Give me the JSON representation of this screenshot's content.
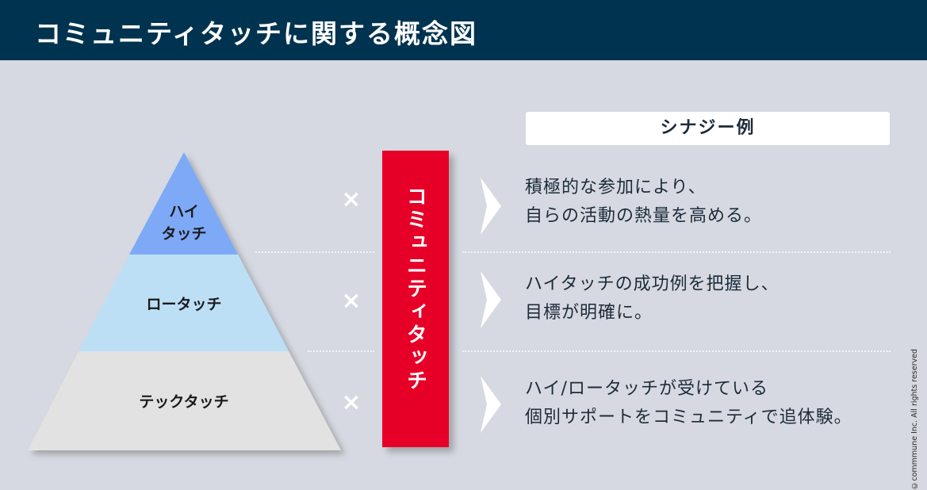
{
  "title": "コミュニティタッチに関する概念図",
  "colors": {
    "header_bg": "#00334f",
    "page_bg": "#d6d9e1",
    "high_touch": "#7da9f6",
    "low_touch": "#bcdff6",
    "tech_touch": "#e2e2e2",
    "community_red": "#e60028"
  },
  "pyramid": {
    "tiers": [
      {
        "name": "ハイ\nタッチ",
        "line1": "ハイ",
        "line2": "タッチ"
      },
      {
        "name": "ロータッチ"
      },
      {
        "name": "テックタッチ"
      }
    ]
  },
  "multiply_symbol": "×",
  "community_label": "コミュニティタッチ",
  "synergy": {
    "header": "シナジー例",
    "items": [
      {
        "line1": "積極的な参加により、",
        "line2": "自らの活動の熱量を高める。"
      },
      {
        "line1": "ハイタッチの成功例を把握し、",
        "line2": "目標が明確に。"
      },
      {
        "line1": "ハイ/ロータッチが受けている",
        "line2": "個別サポートをコミュニティで追体験。"
      }
    ]
  },
  "copyright": "©commmune Inc. All rights reserved"
}
